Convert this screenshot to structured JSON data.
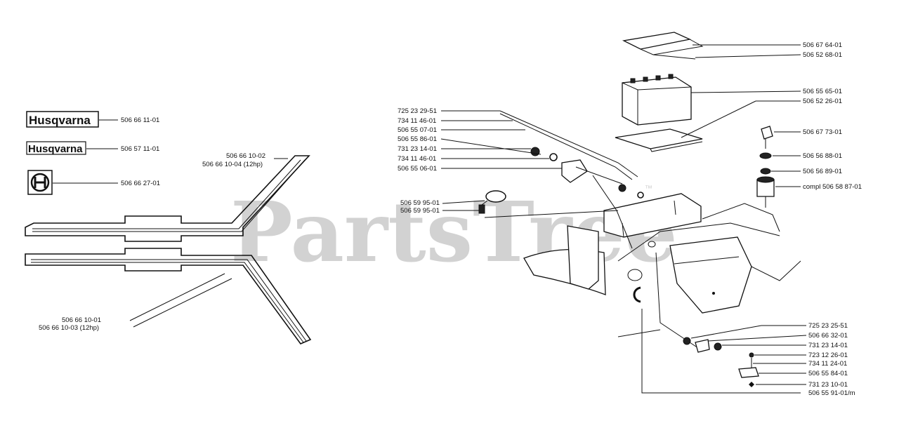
{
  "watermark": {
    "text": "PartsTree",
    "trademark": "™"
  },
  "logos": [
    {
      "text": "Husqvarna",
      "part_number": "506 66 11-01"
    },
    {
      "text": "Husqvarna",
      "part_number": "506 57 11-01"
    },
    {
      "text": "",
      "part_number": "506 66 27-01"
    }
  ],
  "stripe_labels": [
    {
      "line1": "506 66 10-02",
      "line2": "506 66 10-04 (12hp)"
    },
    {
      "line1": "506 66 10-01",
      "line2": "506 66 10-03 (12hp)"
    }
  ],
  "left_cluster": [
    "725 23 29-51",
    "734 11 46-01",
    "506 55 07-01",
    "506 55 86-01",
    "731 23 14-01",
    "734 11 46-01",
    "506 55 06-01"
  ],
  "mid_cluster": [
    "506 59 95-01",
    "506 59 95-01"
  ],
  "top_right": [
    "506 67 64-01",
    "506 52 68-01",
    "506 55 65-01",
    "506 52 26-01",
    "506 67 73-01",
    "506 56 88-01",
    "506 56 89-01",
    "compl 506 58 87-01"
  ],
  "bottom_right": [
    "725 23 25-51",
    "506 66 32-01",
    "731 23 14-01",
    "723 12 26-01",
    "734 11 24-01",
    "506 55 84-01",
    "731 23 10-01",
    "506 55 91-01/m"
  ],
  "colors": {
    "ink": "#111111",
    "watermark": "#d2d2d2",
    "background": "#ffffff"
  }
}
